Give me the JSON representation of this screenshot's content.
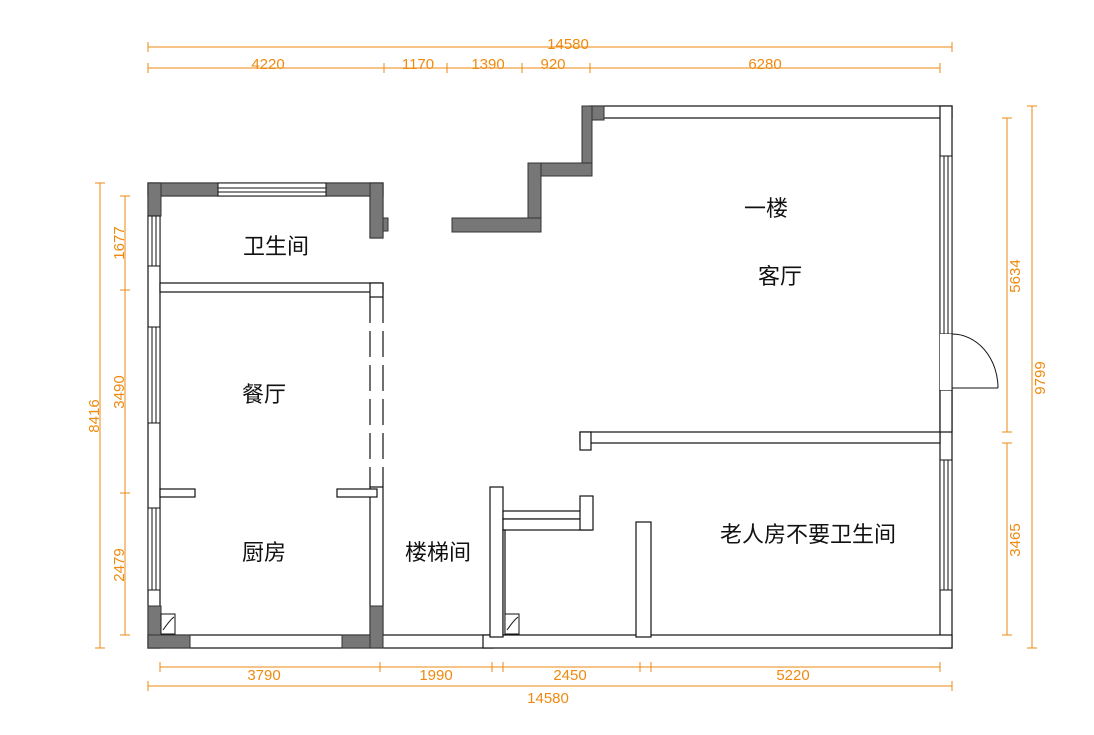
{
  "dimensions": {
    "top_total": "14580",
    "top_segments": [
      "4220",
      "1170",
      "1390",
      "920",
      "6280"
    ],
    "bottom_segments": [
      "3790",
      "1990",
      "2450",
      "5220"
    ],
    "bottom_total": "14580",
    "left_total": "8416",
    "left_segments": [
      "1677",
      "3490",
      "2479"
    ],
    "right_segments": [
      "5634",
      "3465"
    ],
    "right_total": "9799"
  },
  "rooms": {
    "bathroom": "卫生间",
    "dining": "餐厅",
    "kitchen": "厨房",
    "stairwell": "楼梯间",
    "floor_label": "一楼",
    "living": "客厅",
    "elder_room": "老人房不要卫生间"
  },
  "colors": {
    "dimension": "#ee8a10",
    "wall_line": "#111111",
    "solid_wall": "#777777"
  }
}
